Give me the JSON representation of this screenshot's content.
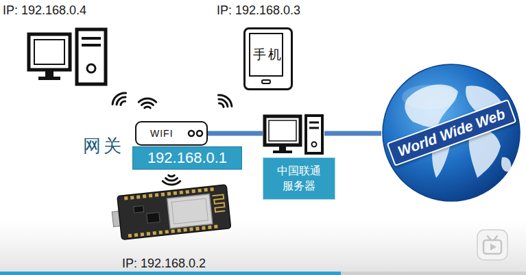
{
  "diagram": {
    "nodes": [
      {
        "text": [
          "手机"
        ]
      },
      {
        "text": [
          "WIFI"
        ]
      },
      {
        "text": [
          "192.168.0.1"
        ]
      },
      {
        "text": [
          "中国联通 服务器"
        ]
      },
      {
        "text": [
          "World Wide Web"
        ]
      }
    ],
    "edges": [
      {
        "from": 1,
        "to": 3,
        "arrow": "none"
      },
      {
        "from": 3,
        "to": 4,
        "arrow": "none"
      }
    ],
    "labels": [
      "IP: 192.168.0.4",
      "IP: 192.168.0.3",
      "网关",
      "IP: 192.168.0.2"
    ]
  }
}
